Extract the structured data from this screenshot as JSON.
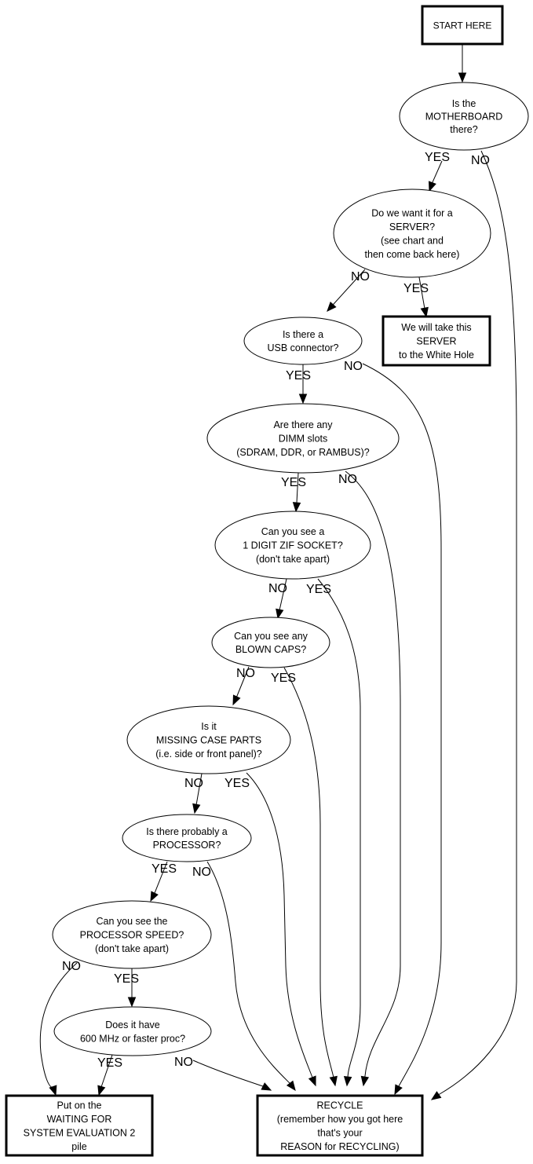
{
  "diagram": {
    "type": "flowchart",
    "colors": {
      "stroke": "#000000",
      "background": "#ffffff"
    },
    "nodes": {
      "start": {
        "shape": "box",
        "lines": [
          "START HERE"
        ]
      },
      "motherboard": {
        "shape": "ellipse",
        "lines": [
          "Is the",
          "MOTHERBOARD",
          "there?"
        ]
      },
      "server": {
        "shape": "ellipse",
        "lines": [
          "Do we want it for a",
          "SERVER?",
          "(see chart and",
          "then come back here)"
        ]
      },
      "white_hole": {
        "shape": "box",
        "lines": [
          "We will take this",
          "SERVER",
          "to the White Hole"
        ]
      },
      "usb": {
        "shape": "ellipse",
        "lines": [
          "Is there a",
          "USB connector?"
        ]
      },
      "dimm": {
        "shape": "ellipse",
        "lines": [
          "Are there any",
          "DIMM slots",
          "(SDRAM, DDR, or RAMBUS)?"
        ]
      },
      "zif": {
        "shape": "ellipse",
        "lines": [
          "Can you see a",
          "1 DIGIT ZIF SOCKET?",
          "(don't take apart)"
        ]
      },
      "caps": {
        "shape": "ellipse",
        "lines": [
          "Can you see any",
          "BLOWN CAPS?"
        ]
      },
      "case": {
        "shape": "ellipse",
        "lines": [
          "Is it",
          "MISSING CASE PARTS",
          "(i.e. side or front panel)?"
        ]
      },
      "processor": {
        "shape": "ellipse",
        "lines": [
          "Is there probably a",
          "PROCESSOR?"
        ]
      },
      "speed": {
        "shape": "ellipse",
        "lines": [
          "Can you see the",
          "PROCESSOR SPEED?",
          "(don't take apart)"
        ]
      },
      "mhz": {
        "shape": "ellipse",
        "lines": [
          "Does it have",
          "600 MHz or faster proc?"
        ]
      },
      "waiting": {
        "shape": "box",
        "lines": [
          "Put on the",
          "WAITING FOR",
          "SYSTEM EVALUATION 2",
          "pile"
        ]
      },
      "recycle": {
        "shape": "box",
        "lines": [
          "RECYCLE",
          "(remember how you got here",
          "that's your",
          "REASON for RECYCLING)"
        ]
      }
    },
    "edges": [
      {
        "id": "start-motherboard",
        "from": "start",
        "to": "motherboard",
        "label": ""
      },
      {
        "id": "motherboard-server",
        "from": "motherboard",
        "to": "server",
        "label": "YES"
      },
      {
        "id": "motherboard-recycle",
        "from": "motherboard",
        "to": "recycle",
        "label": "NO"
      },
      {
        "id": "server-usb",
        "from": "server",
        "to": "usb",
        "label": "NO"
      },
      {
        "id": "server-whitehole",
        "from": "server",
        "to": "white_hole",
        "label": "YES"
      },
      {
        "id": "usb-dimm",
        "from": "usb",
        "to": "dimm",
        "label": "YES"
      },
      {
        "id": "usb-recycle",
        "from": "usb",
        "to": "recycle",
        "label": "NO"
      },
      {
        "id": "dimm-zif",
        "from": "dimm",
        "to": "zif",
        "label": "YES"
      },
      {
        "id": "dimm-recycle",
        "from": "dimm",
        "to": "recycle",
        "label": "NO"
      },
      {
        "id": "zif-caps",
        "from": "zif",
        "to": "caps",
        "label": "NO"
      },
      {
        "id": "zif-recycle",
        "from": "zif",
        "to": "recycle",
        "label": "YES"
      },
      {
        "id": "caps-case",
        "from": "caps",
        "to": "case",
        "label": "NO"
      },
      {
        "id": "caps-recycle",
        "from": "caps",
        "to": "recycle",
        "label": "YES"
      },
      {
        "id": "case-processor",
        "from": "case",
        "to": "processor",
        "label": "NO"
      },
      {
        "id": "case-recycle",
        "from": "case",
        "to": "recycle",
        "label": "YES"
      },
      {
        "id": "processor-speed",
        "from": "processor",
        "to": "speed",
        "label": "YES"
      },
      {
        "id": "processor-recycle",
        "from": "processor",
        "to": "recycle",
        "label": "NO"
      },
      {
        "id": "speed-mhz",
        "from": "speed",
        "to": "mhz",
        "label": "YES"
      },
      {
        "id": "speed-waiting",
        "from": "speed",
        "to": "waiting",
        "label": "NO"
      },
      {
        "id": "mhz-waiting",
        "from": "mhz",
        "to": "waiting",
        "label": "YES"
      },
      {
        "id": "mhz-recycle",
        "from": "mhz",
        "to": "recycle",
        "label": "NO"
      }
    ]
  }
}
